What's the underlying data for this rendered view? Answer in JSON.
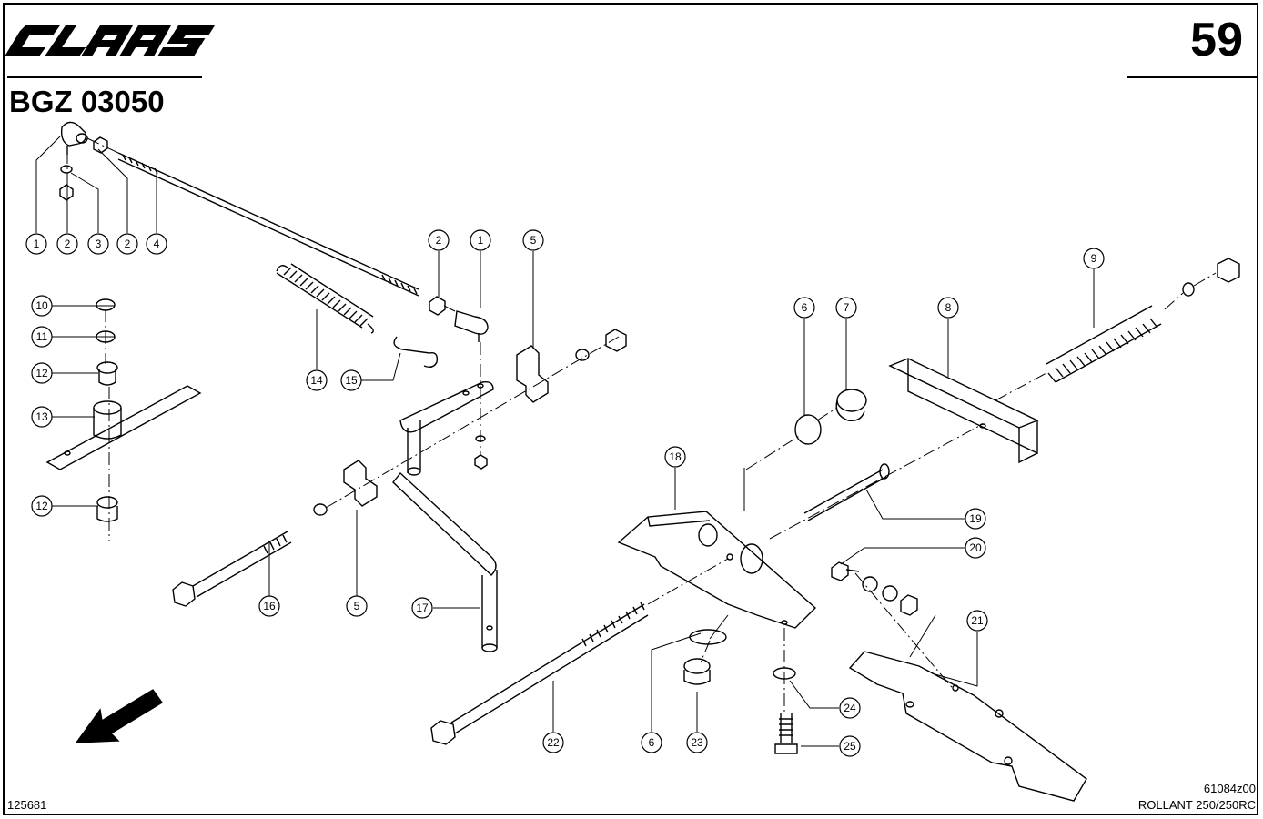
{
  "header": {
    "brand": "CLAAS",
    "page_number": "59",
    "group_code": "BGZ 03050"
  },
  "footer": {
    "doc_number": "125681",
    "drawing_id": "61084z00",
    "model": "ROLLANT 250/250RC"
  },
  "callouts": [
    {
      "id": "c1a",
      "label": "1"
    },
    {
      "id": "c2a",
      "label": "2"
    },
    {
      "id": "c3",
      "label": "3"
    },
    {
      "id": "c2b",
      "label": "2"
    },
    {
      "id": "c4",
      "label": "4"
    },
    {
      "id": "c10",
      "label": "10"
    },
    {
      "id": "c11",
      "label": "11"
    },
    {
      "id": "c12a",
      "label": "12"
    },
    {
      "id": "c13",
      "label": "13"
    },
    {
      "id": "c12b",
      "label": "12"
    },
    {
      "id": "c2c",
      "label": "2"
    },
    {
      "id": "c1b",
      "label": "1"
    },
    {
      "id": "c5a",
      "label": "5"
    },
    {
      "id": "c14",
      "label": "14"
    },
    {
      "id": "c15",
      "label": "15"
    },
    {
      "id": "c16",
      "label": "16"
    },
    {
      "id": "c5b",
      "label": "5"
    },
    {
      "id": "c17",
      "label": "17"
    },
    {
      "id": "c6a",
      "label": "6"
    },
    {
      "id": "c7",
      "label": "7"
    },
    {
      "id": "c8",
      "label": "8"
    },
    {
      "id": "c9",
      "label": "9"
    },
    {
      "id": "c18",
      "label": "18"
    },
    {
      "id": "c19",
      "label": "19"
    },
    {
      "id": "c20",
      "label": "20"
    },
    {
      "id": "c21",
      "label": "21"
    },
    {
      "id": "c22",
      "label": "22"
    },
    {
      "id": "c6b",
      "label": "6"
    },
    {
      "id": "c23",
      "label": "23"
    },
    {
      "id": "c24",
      "label": "24"
    },
    {
      "id": "c25",
      "label": "25"
    }
  ]
}
